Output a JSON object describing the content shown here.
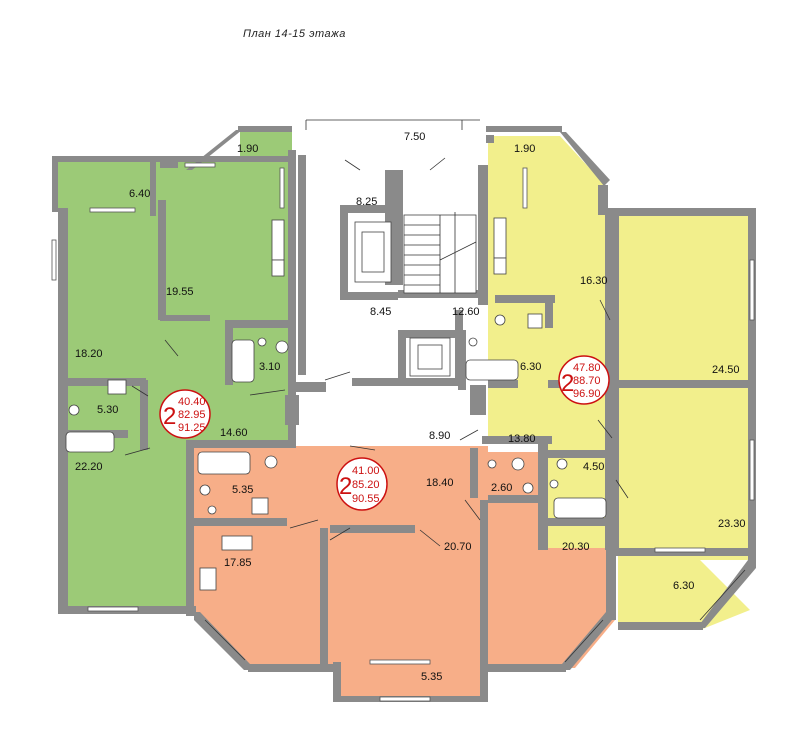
{
  "title": "План 14-15 этажа",
  "colors": {
    "green": "#9cca77",
    "yellow": "#f2ef8c",
    "orange": "#f7ae88",
    "wall": "#8a8a8a",
    "badge": "#cc1111"
  },
  "rooms": {
    "green_loggia": "6.40",
    "green_balcony": "1.90",
    "green_bedroom_a": "18.20",
    "green_bedroom_b": "19.55",
    "green_bath": "3.10",
    "green_wc": "5.30",
    "green_hall": "14.60",
    "green_kitchen": "22.20",
    "hall_top": "7.50",
    "lift_hall": "8.25",
    "stairs": "8.45",
    "corridor_right": "12.60",
    "corridor_main": "8.90",
    "yellow_balcony": "1.90",
    "yellow_room_a": "16.30",
    "yellow_bath": "6.30",
    "yellow_room_b": "24.50",
    "yellow_hall": "13.80",
    "yellow_wc": "4.50",
    "yellow_room_c": "23.30",
    "yellow_loggia": "6.30",
    "orange_bath": "5.35",
    "orange_hall": "18.40",
    "orange_wc": "2.60",
    "orange_kitchen": "17.85",
    "orange_room_a": "20.70",
    "orange_room_b": "20.30",
    "orange_loggia": "5.35"
  },
  "badges": {
    "green": {
      "rooms": "2",
      "living": "40.40",
      "total": "82.95",
      "gross": "91.25"
    },
    "orange": {
      "rooms": "2",
      "living": "41.00",
      "total": "85.20",
      "gross": "90.55"
    },
    "yellow": {
      "rooms": "2",
      "living": "47.80",
      "total": "88.70",
      "gross": "96.90"
    }
  }
}
